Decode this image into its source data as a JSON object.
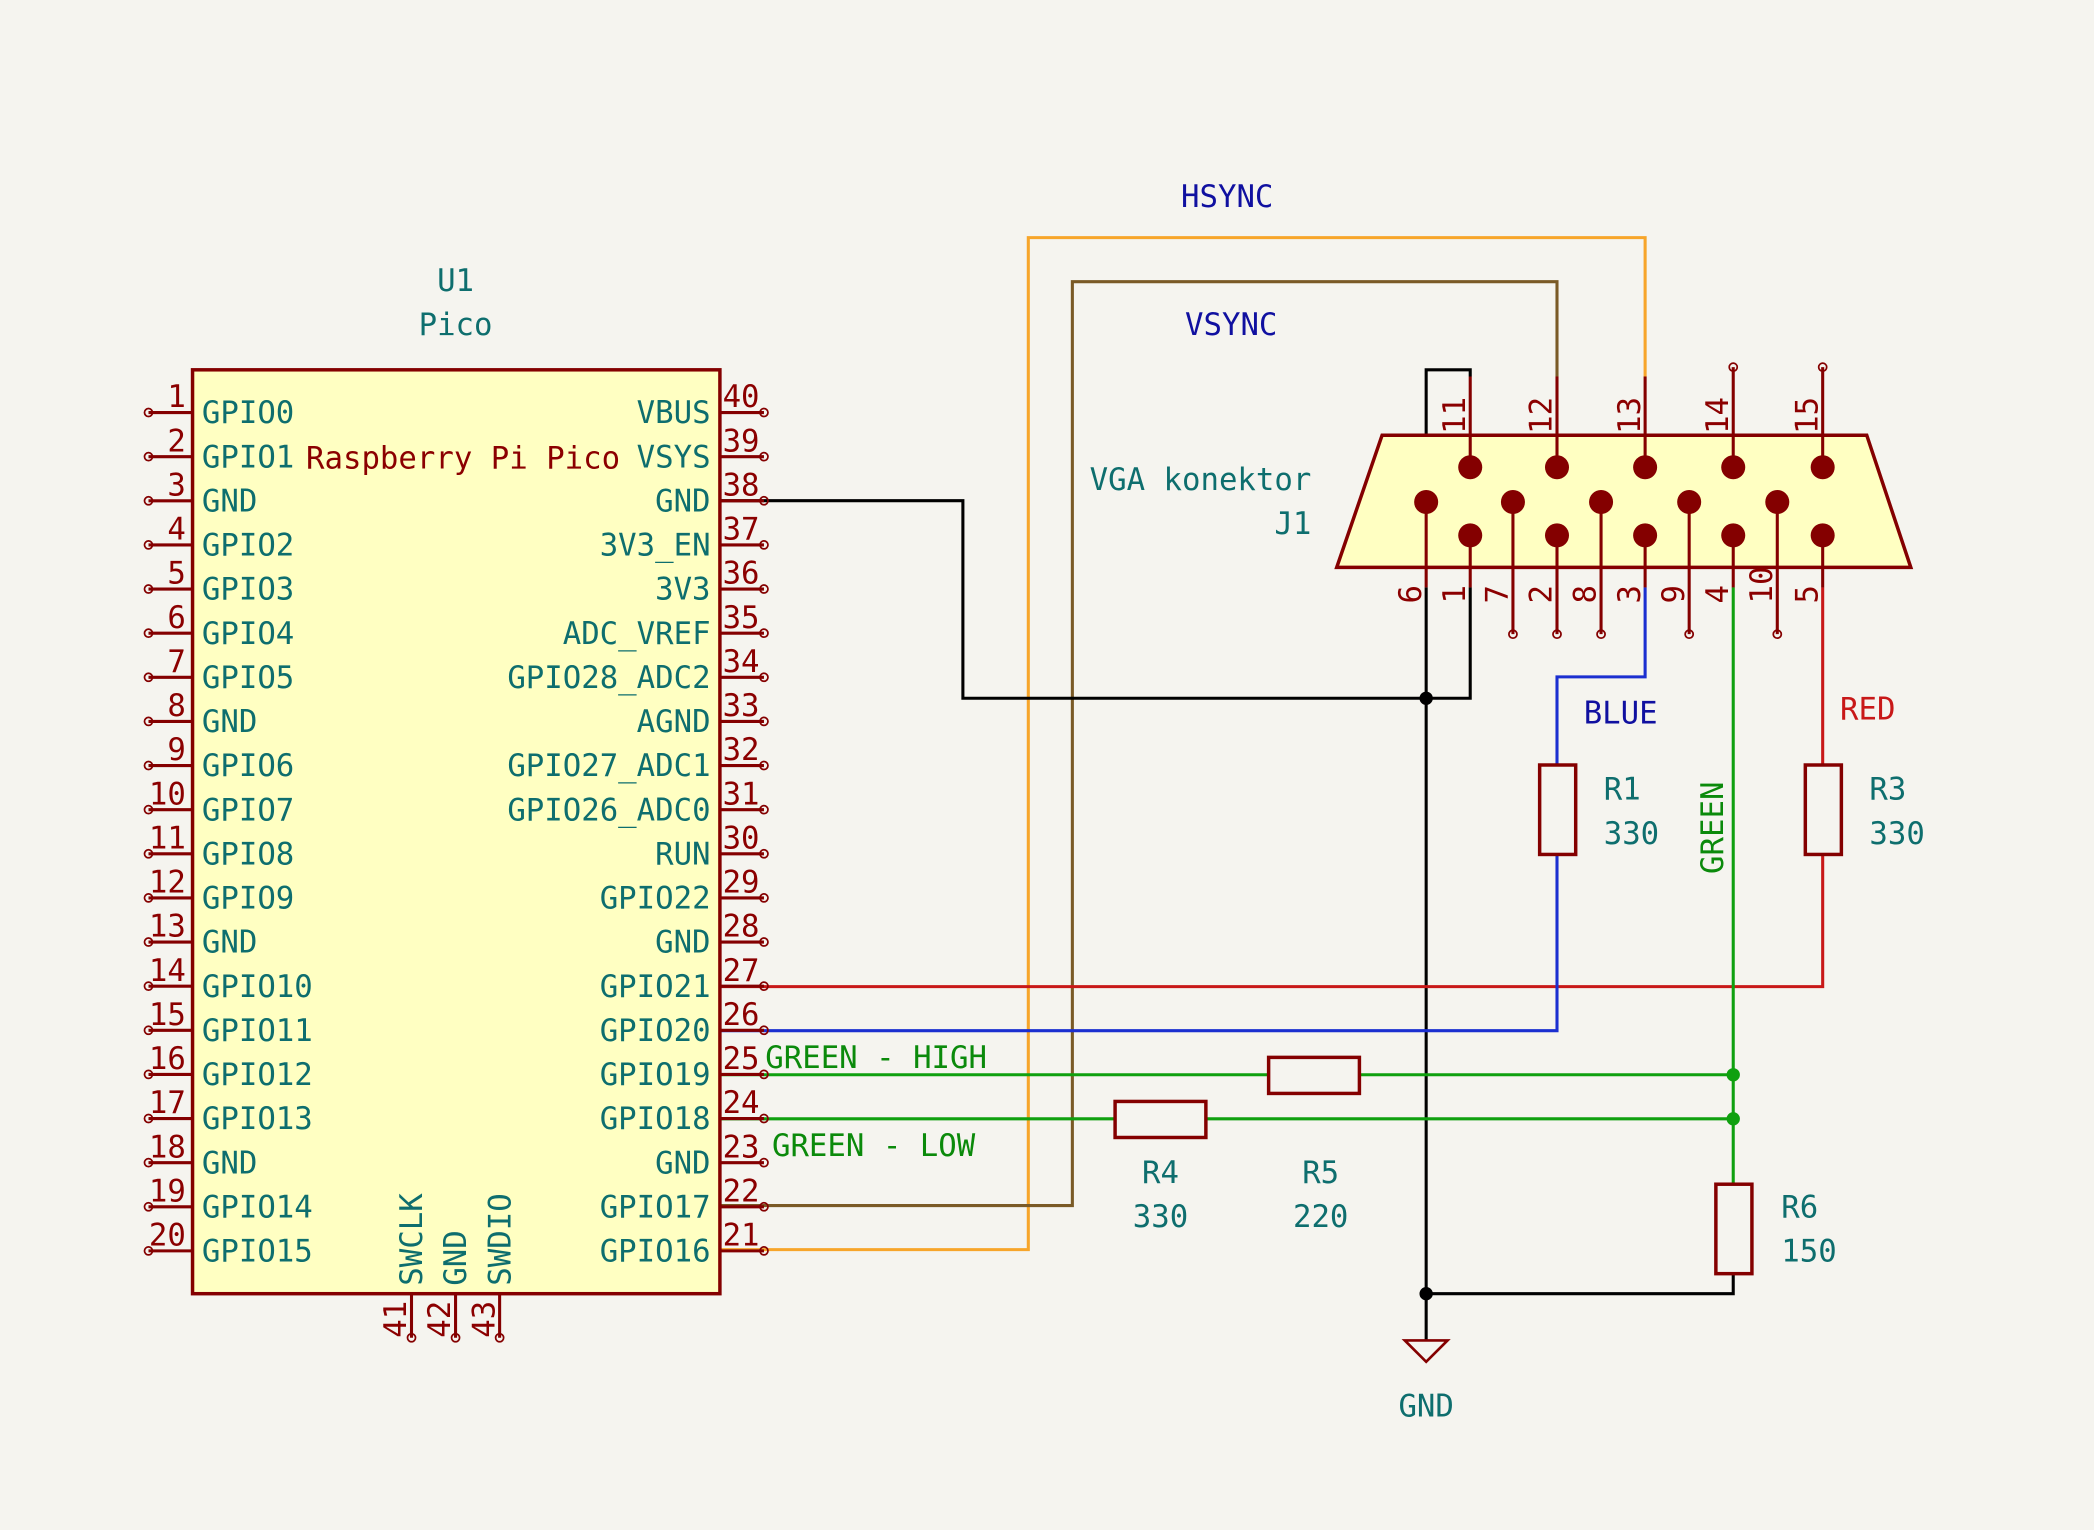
{
  "u1": {
    "reference": "U1",
    "value": "Pico",
    "part_name": "Raspberry Pi Pico",
    "left_pins": [
      {
        "num": "1",
        "name": "GPIO0"
      },
      {
        "num": "2",
        "name": "GPIO1"
      },
      {
        "num": "3",
        "name": "GND"
      },
      {
        "num": "4",
        "name": "GPIO2"
      },
      {
        "num": "5",
        "name": "GPIO3"
      },
      {
        "num": "6",
        "name": "GPIO4"
      },
      {
        "num": "7",
        "name": "GPIO5"
      },
      {
        "num": "8",
        "name": "GND"
      },
      {
        "num": "9",
        "name": "GPIO6"
      },
      {
        "num": "10",
        "name": "GPIO7"
      },
      {
        "num": "11",
        "name": "GPIO8"
      },
      {
        "num": "12",
        "name": "GPIO9"
      },
      {
        "num": "13",
        "name": "GND"
      },
      {
        "num": "14",
        "name": "GPIO10"
      },
      {
        "num": "15",
        "name": "GPIO11"
      },
      {
        "num": "16",
        "name": "GPIO12"
      },
      {
        "num": "17",
        "name": "GPIO13"
      },
      {
        "num": "18",
        "name": "GND"
      },
      {
        "num": "19",
        "name": "GPIO14"
      },
      {
        "num": "20",
        "name": "GPIO15"
      }
    ],
    "right_pins": [
      {
        "num": "40",
        "name": "VBUS"
      },
      {
        "num": "39",
        "name": "VSYS"
      },
      {
        "num": "38",
        "name": "GND"
      },
      {
        "num": "37",
        "name": "3V3_EN"
      },
      {
        "num": "36",
        "name": "3V3"
      },
      {
        "num": "35",
        "name": "ADC_VREF"
      },
      {
        "num": "34",
        "name": "GPIO28_ADC2"
      },
      {
        "num": "33",
        "name": "AGND"
      },
      {
        "num": "32",
        "name": "GPIO27_ADC1"
      },
      {
        "num": "31",
        "name": "GPIO26_ADC0"
      },
      {
        "num": "30",
        "name": "RUN"
      },
      {
        "num": "29",
        "name": "GPIO22"
      },
      {
        "num": "28",
        "name": "GND"
      },
      {
        "num": "27",
        "name": "GPIO21"
      },
      {
        "num": "26",
        "name": "GPIO20"
      },
      {
        "num": "25",
        "name": "GPIO19"
      },
      {
        "num": "24",
        "name": "GPIO18"
      },
      {
        "num": "23",
        "name": "GND"
      },
      {
        "num": "22",
        "name": "GPIO17"
      },
      {
        "num": "21",
        "name": "GPIO16"
      }
    ],
    "bottom_pins": [
      {
        "num": "41",
        "name": "SWCLK"
      },
      {
        "num": "42",
        "name": "GND"
      },
      {
        "num": "43",
        "name": "SWDIO"
      }
    ]
  },
  "j1": {
    "name": "VGA konektor",
    "reference": "J1",
    "top_pins": [
      "11",
      "12",
      "13",
      "14",
      "15"
    ],
    "bottom_pins": [
      "6",
      "1",
      "7",
      "2",
      "8",
      "3",
      "9",
      "4",
      "10",
      "5"
    ]
  },
  "nets": {
    "hsync": "HSYNC",
    "vsync": "VSYNC",
    "blue": "BLUE",
    "red": "RED",
    "green": "GREEN",
    "green_high": "GREEN - HIGH",
    "green_low": "GREEN - LOW",
    "gnd": "GND"
  },
  "resistors": [
    {
      "ref": "R1",
      "value": "330"
    },
    {
      "ref": "R3",
      "value": "330"
    },
    {
      "ref": "R4",
      "value": "330"
    },
    {
      "ref": "R5",
      "value": "220"
    },
    {
      "ref": "R6",
      "value": "150"
    }
  ],
  "colors": {
    "background": "#f5f4ef",
    "symbol_body": "#ffffc2",
    "symbol_outline": "#840000",
    "text_teal": "#0e6e6e",
    "wire_black": "#000000",
    "wire_red": "#c81818",
    "wire_blue": "#1b2fd0",
    "wire_green": "#0fa00f",
    "wire_orange": "#f7a52a",
    "wire_brown": "#7a5a26"
  }
}
